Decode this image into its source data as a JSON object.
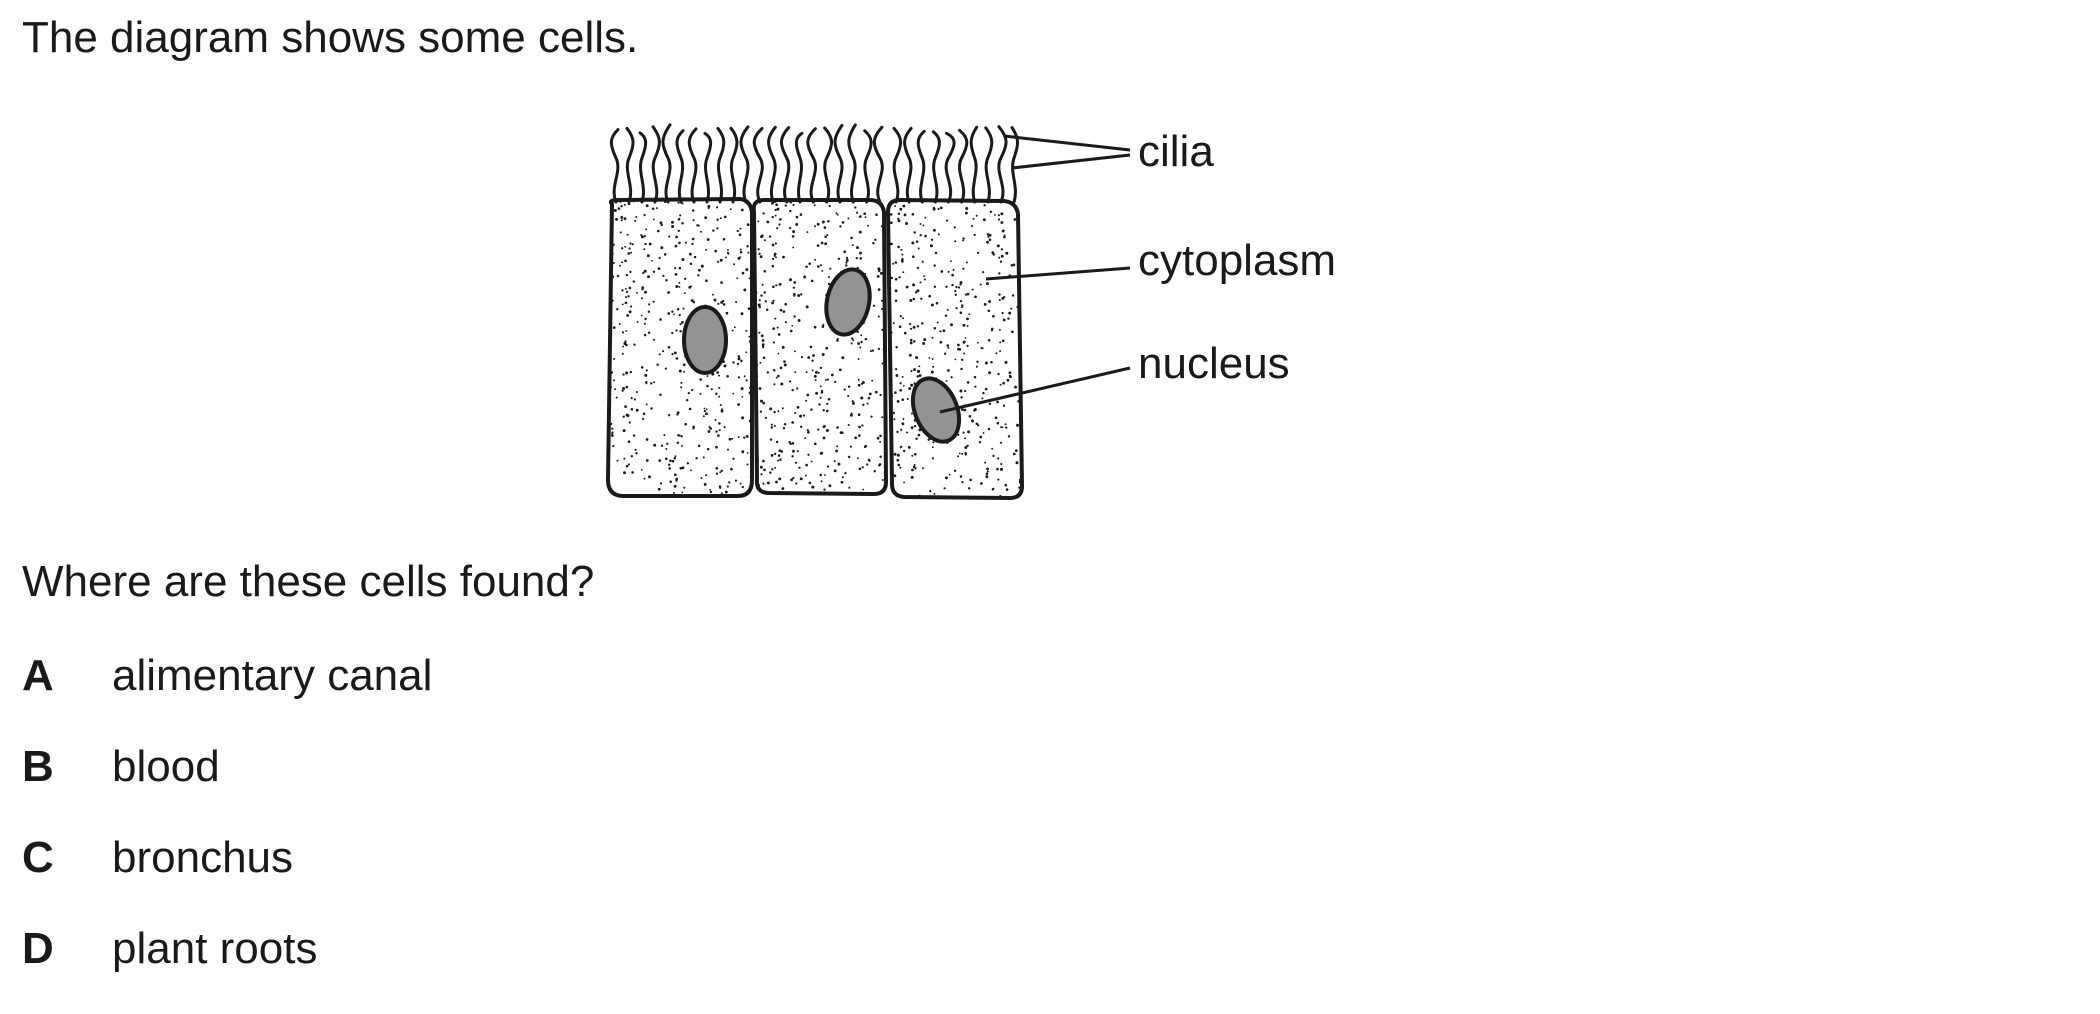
{
  "question": {
    "intro": "The diagram shows some cells.",
    "prompt": "Where are these cells found?"
  },
  "diagram": {
    "labels": {
      "cilia": "cilia",
      "cytoplasm": "cytoplasm",
      "nucleus": "nucleus"
    }
  },
  "options": [
    {
      "letter": "A",
      "text": "alimentary canal"
    },
    {
      "letter": "B",
      "text": "blood"
    },
    {
      "letter": "C",
      "text": "bronchus"
    },
    {
      "letter": "D",
      "text": "plant roots"
    }
  ],
  "colors": {
    "ink": "#1a1a1a",
    "nucleus_fill": "#939393",
    "cell_fill": "#f7f7f7"
  }
}
